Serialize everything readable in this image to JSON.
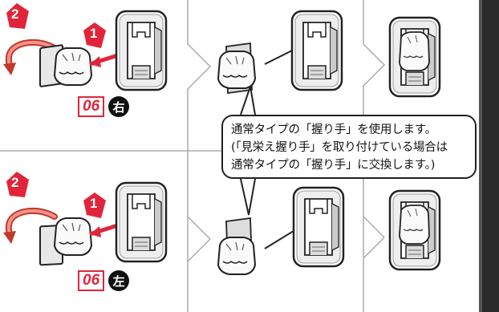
{
  "colors": {
    "accent": "#e0253a",
    "ink": "#111111",
    "dark_strip": "#2b2b2b"
  },
  "steps": {
    "step1": "1",
    "step2": "2"
  },
  "parts": {
    "top": {
      "number": "06",
      "side": "右"
    },
    "bottom": {
      "number": "06",
      "side": "左"
    }
  },
  "callout": {
    "line1": "通常タイプの「握り手」を使用します。",
    "line2": "(「見栄え握り手」を取り付けている場合は",
    "line3": "通常タイプの「握り手」に交換します。)"
  }
}
